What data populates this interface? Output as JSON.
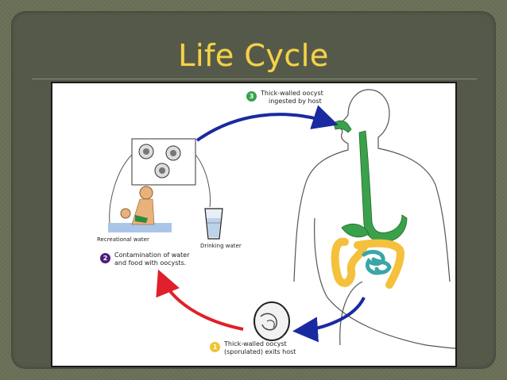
{
  "slide": {
    "title": "Life Cycle"
  },
  "diagram": {
    "steps": [
      {
        "number": "3",
        "line1": "Thick-walled oocyst",
        "line2": "ingested by host",
        "color": "#3aa14a"
      },
      {
        "number": "2",
        "line1": "Contamination of water",
        "line2": "and food with oocysts.",
        "color": "#4a1f7a"
      },
      {
        "number": "1",
        "line1": "Thick-walled oocyst",
        "line2": "(sporulated) exits host",
        "color": "#f1c232"
      }
    ],
    "sources": {
      "recreational": "Recreational water",
      "drinking": "Drinking water"
    },
    "colors": {
      "arrow_blue": "#1a2aa0",
      "arrow_red": "#e0202a",
      "digestive_green": "#3aa14a",
      "intestine_yellow": "#f5c13c",
      "intestine_teal": "#3aa6a6"
    }
  }
}
